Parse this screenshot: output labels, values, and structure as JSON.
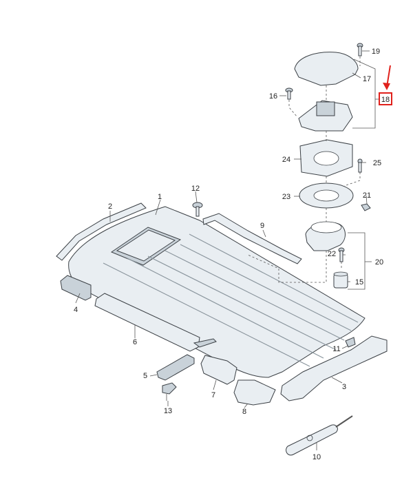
{
  "callouts": [
    {
      "id": "c1",
      "text": "1"
    },
    {
      "id": "c2",
      "text": "2"
    },
    {
      "id": "c3",
      "text": "3"
    },
    {
      "id": "c4",
      "text": "4"
    },
    {
      "id": "c5",
      "text": "5"
    },
    {
      "id": "c6",
      "text": "6"
    },
    {
      "id": "c7",
      "text": "7"
    },
    {
      "id": "c8",
      "text": "8"
    },
    {
      "id": "c9",
      "text": "9"
    },
    {
      "id": "c10",
      "text": "10"
    },
    {
      "id": "c11",
      "text": "11"
    },
    {
      "id": "c12",
      "text": "12"
    },
    {
      "id": "c13",
      "text": "13"
    },
    {
      "id": "c15",
      "text": "15"
    },
    {
      "id": "c16",
      "text": "16"
    },
    {
      "id": "c17",
      "text": "17"
    },
    {
      "id": "c18",
      "text": "18"
    },
    {
      "id": "c19",
      "text": "19"
    },
    {
      "id": "c20",
      "text": "20"
    },
    {
      "id": "c21",
      "text": "21"
    },
    {
      "id": "c22",
      "text": "22"
    },
    {
      "id": "c23",
      "text": "23"
    },
    {
      "id": "c24",
      "text": "24"
    },
    {
      "id": "c25",
      "text": "25"
    }
  ],
  "highlight": {
    "callout": "18",
    "color": "#e0201b"
  },
  "colors": {
    "part_fill": "#e9eef2",
    "part_shade": "#c9d2d9",
    "outline": "#3a3f44"
  }
}
